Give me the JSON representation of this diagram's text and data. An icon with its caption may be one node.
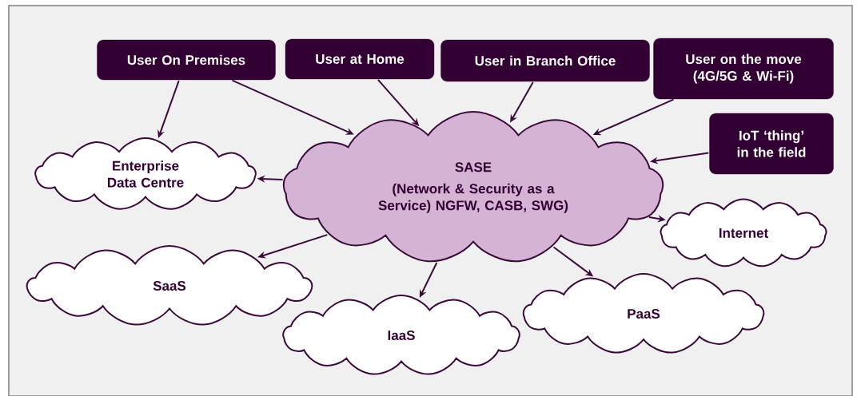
{
  "diagram": {
    "nodes": [
      {
        "text": [
          "User On Premises"
        ]
      },
      {
        "text": [
          "User at Home"
        ]
      },
      {
        "text": [
          "User in Branch Office"
        ]
      },
      {
        "text": [
          "User on the move (4G/5G & Wi-Fi)"
        ]
      },
      {
        "text": [
          "IoT ‘thing’ in the field"
        ]
      },
      {
        "text": [
          "Enterprise Data Centre"
        ]
      },
      {
        "text": [
          "SASE",
          "(Network & Security as a Service) NGFW, CASB, SWG)"
        ]
      },
      {
        "text": [
          "Internet"
        ]
      },
      {
        "text": [
          "SaaS"
        ]
      },
      {
        "text": [
          "IaaS"
        ]
      },
      {
        "text": [
          "PaaS"
        ]
      }
    ],
    "edges": [
      {
        "from": 0,
        "to": 5,
        "arrow": "to"
      },
      {
        "from": 0,
        "to": 6,
        "arrow": "to"
      },
      {
        "from": 1,
        "to": 6,
        "arrow": "to"
      },
      {
        "from": 2,
        "to": 6,
        "arrow": "to"
      },
      {
        "from": 3,
        "to": 6,
        "arrow": "to"
      },
      {
        "from": 4,
        "to": 6,
        "arrow": "to"
      },
      {
        "from": 6,
        "to": 5,
        "arrow": "to"
      },
      {
        "from": 6,
        "to": 7,
        "arrow": "to"
      },
      {
        "from": 6,
        "to": 8,
        "arrow": "to"
      },
      {
        "from": 6,
        "to": 9,
        "arrow": "to"
      },
      {
        "from": 6,
        "to": 10,
        "arrow": "to"
      }
    ]
  }
}
